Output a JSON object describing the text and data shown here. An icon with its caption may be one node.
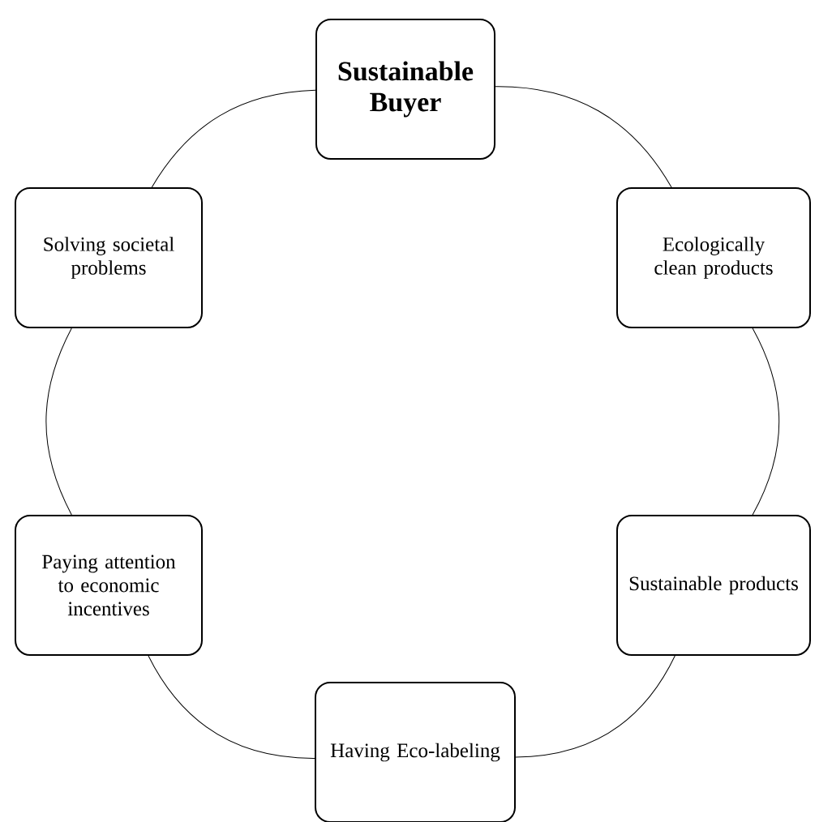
{
  "diagram": {
    "nodes": [
      {
        "text": [
          "Sustainable Buyer"
        ]
      },
      {
        "text": [
          "Ecologically clean products"
        ]
      },
      {
        "text": [
          "Sustainable products"
        ]
      },
      {
        "text": [
          "Having Eco-labeling"
        ]
      },
      {
        "text": [
          "Paying attention to economic incentives"
        ]
      },
      {
        "text": [
          "Solving societal problems"
        ]
      }
    ],
    "edges": [
      {
        "from": 0,
        "to": 1,
        "arrow": "none"
      },
      {
        "from": 1,
        "to": 2,
        "arrow": "none"
      },
      {
        "from": 2,
        "to": 3,
        "arrow": "none"
      },
      {
        "from": 3,
        "to": 4,
        "arrow": "none"
      },
      {
        "from": 4,
        "to": 5,
        "arrow": "none"
      },
      {
        "from": 5,
        "to": 0,
        "arrow": "none"
      }
    ]
  }
}
